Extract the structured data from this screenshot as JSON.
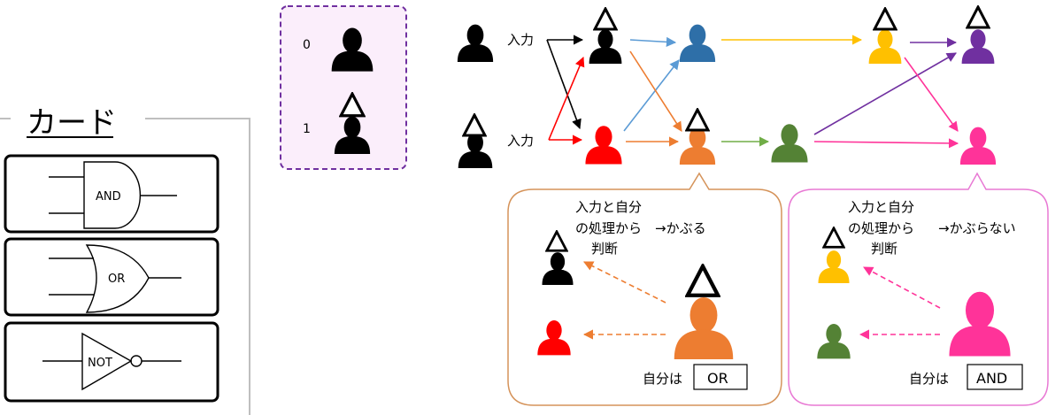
{
  "cards_panel": {
    "title": "カード",
    "cards": [
      {
        "label": "AND"
      },
      {
        "label": "OR"
      },
      {
        "label": "NOT"
      }
    ]
  },
  "legend": {
    "zero_label": "0",
    "one_label": "1"
  },
  "network": {
    "input_label_top": "入力",
    "input_label_bottom": "入力"
  },
  "callout_or": {
    "line1": "入力と自分",
    "line2": "の処理から",
    "line3": "判断",
    "arrow_text": "→かぶる",
    "self_prefix": "自分は",
    "gate_label": "OR"
  },
  "callout_and": {
    "line1": "入力と自分",
    "line2": "の処理から",
    "line3": "判断",
    "arrow_text": "→かぶらない",
    "self_prefix": "自分は",
    "gate_label": "AND"
  },
  "colors": {
    "black": "#000000",
    "red": "#ff0000",
    "blue": "#2e6fa8",
    "orange": "#ed7d31",
    "green": "#548235",
    "yellow": "#ffc000",
    "purple": "#7030a0",
    "pink": "#ff3399",
    "legend_border": "#7030a0",
    "legend_fill": "#fbeefb",
    "callout_or_border": "#d5935a",
    "callout_and_border": "#e879d4"
  }
}
